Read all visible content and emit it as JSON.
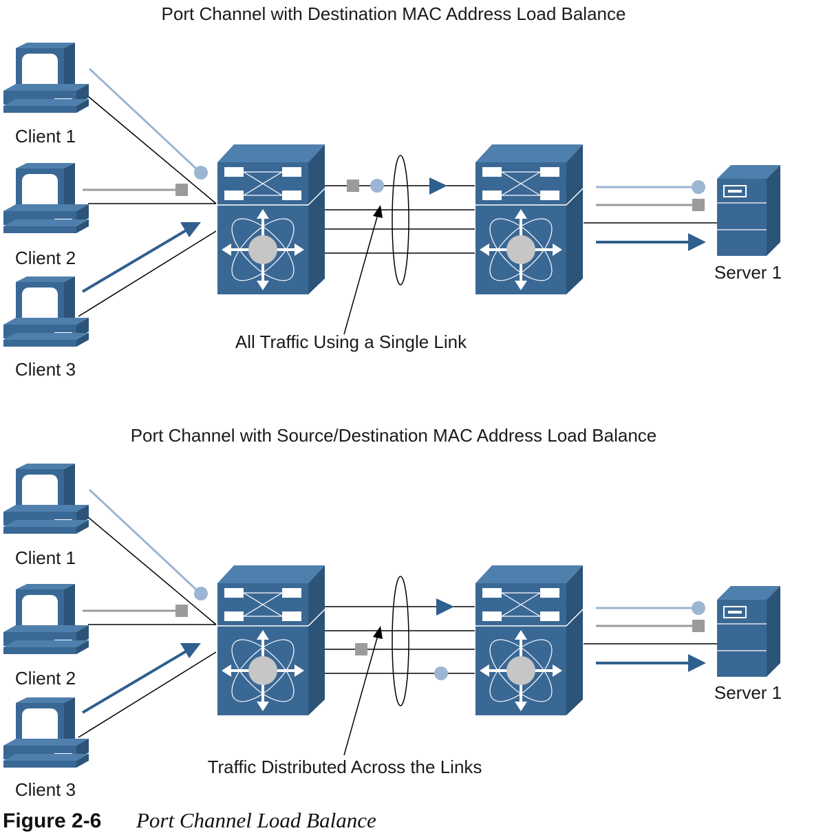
{
  "colors": {
    "device_blue": "#3a6895",
    "device_dark": "#2c5378",
    "device_light": "#4f7fac",
    "light_blue_flow": "#9bb5d2",
    "gray_flow": "#9b9b9b",
    "dark_blue_flow": "#2f5f8e",
    "hub_gray": "#c6c6c6"
  },
  "panels": [
    {
      "title": "Port Channel with Destination MAC Address Load Balance",
      "clients": [
        "Client 1",
        "Client 2",
        "Client 3"
      ],
      "server": "Server 1",
      "annotation": "All Traffic Using a Single Link"
    },
    {
      "title": "Port Channel with Source/Destination MAC Address Load Balance",
      "clients": [
        "Client 1",
        "Client 2",
        "Client 3"
      ],
      "server": "Server 1",
      "annotation": "Traffic Distributed Across the Links"
    }
  ],
  "caption": {
    "number": "Figure 2-6",
    "text": "Port Channel Load Balance"
  },
  "icons": [
    "computer-icon",
    "switch-icon",
    "server-icon"
  ]
}
